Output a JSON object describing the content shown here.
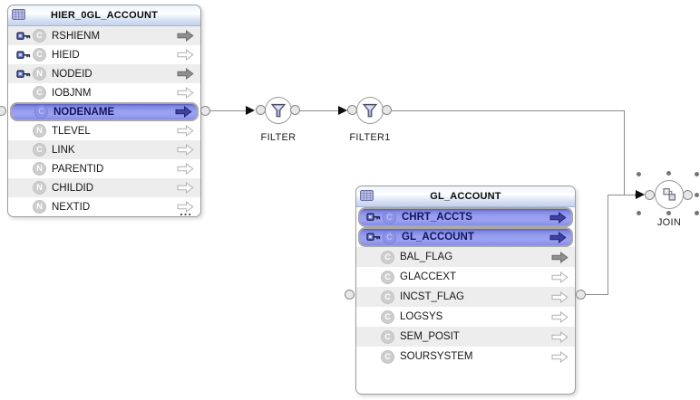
{
  "app": {
    "view_name": "mapping-canvas"
  },
  "colors": {
    "highlight_row": "#8a92e8",
    "highlight_border": "#a8a8a8",
    "header_blue": "#c9d6ef",
    "row_shade": "#ededed",
    "edge_gray": "#8c8c8c",
    "arrow_filled": "#8f8f8f",
    "arrow_navy": "#3d41a3",
    "funnel_blue": "#a8b0ea"
  },
  "tables": [
    {
      "title": "HIER_0GL_ACCOUNT",
      "truncated": true,
      "truncation_label": "...",
      "fields": [
        {
          "name": "RSHIENM",
          "type": "C",
          "key": true,
          "arrow": "filled",
          "highlight": false
        },
        {
          "name": "HIEID",
          "type": "C",
          "key": true,
          "arrow": "outline",
          "highlight": false
        },
        {
          "name": "NODEID",
          "type": "N",
          "key": true,
          "arrow": "filled",
          "highlight": false
        },
        {
          "name": "IOBJNM",
          "type": "C",
          "key": false,
          "arrow": "outline",
          "highlight": false
        },
        {
          "name": "NODENAME",
          "type": "C",
          "key": false,
          "arrow": "navy",
          "highlight": true
        },
        {
          "name": "TLEVEL",
          "type": "N",
          "key": false,
          "arrow": "outline",
          "highlight": false
        },
        {
          "name": "LINK",
          "type": "C",
          "key": false,
          "arrow": "outline",
          "highlight": false
        },
        {
          "name": "PARENTID",
          "type": "N",
          "key": false,
          "arrow": "outline",
          "highlight": false
        },
        {
          "name": "CHILDID",
          "type": "N",
          "key": false,
          "arrow": "outline",
          "highlight": false
        },
        {
          "name": "NEXTID",
          "type": "N",
          "key": false,
          "arrow": "outline",
          "highlight": false
        }
      ]
    },
    {
      "title": "GL_ACCOUNT",
      "truncated": false,
      "fields": [
        {
          "name": "CHRT_ACCTS",
          "type": "C",
          "key": true,
          "arrow": "navy",
          "highlight": true
        },
        {
          "name": "GL_ACCOUNT",
          "type": "C",
          "key": true,
          "arrow": "navy",
          "highlight": true
        },
        {
          "name": "BAL_FLAG",
          "type": "C",
          "key": false,
          "arrow": "filled",
          "highlight": false
        },
        {
          "name": "GLACCEXT",
          "type": "C",
          "key": false,
          "arrow": "outline",
          "highlight": false
        },
        {
          "name": "INCST_FLAG",
          "type": "C",
          "key": false,
          "arrow": "outline",
          "highlight": false
        },
        {
          "name": "LOGSYS",
          "type": "C",
          "key": false,
          "arrow": "outline",
          "highlight": false
        },
        {
          "name": "SEM_POSIT",
          "type": "C",
          "key": false,
          "arrow": "outline",
          "highlight": false
        },
        {
          "name": "SOURSYSTEM",
          "type": "C",
          "key": false,
          "arrow": "outline",
          "highlight": false
        }
      ]
    }
  ],
  "operators": [
    {
      "label": "FILTER",
      "icon": "funnel-icon",
      "selected": false
    },
    {
      "label": "FILTER1",
      "icon": "funnel-icon",
      "selected": false
    },
    {
      "label": "JOIN",
      "icon": "join-icon",
      "selected": true
    }
  ],
  "connections": [
    {
      "from": "HIER_0GL_ACCOUNT.NODENAME",
      "to": "FILTER"
    },
    {
      "from": "FILTER",
      "to": "FILTER1"
    },
    {
      "from": "FILTER1",
      "to": "JOIN"
    },
    {
      "from": "GL_ACCOUNT.INCST_FLAG",
      "to": "JOIN"
    }
  ]
}
